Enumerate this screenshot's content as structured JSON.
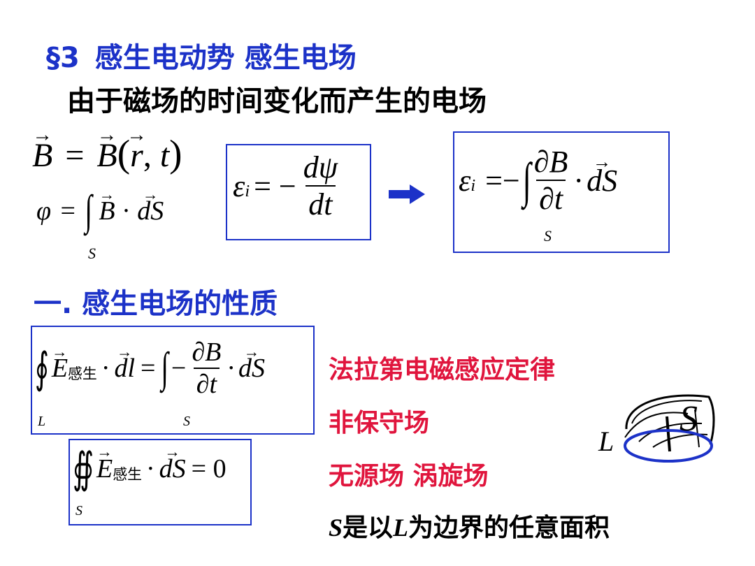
{
  "title": {
    "section": "§3",
    "text": "感生电动势  感生电场"
  },
  "subtitle": "由于磁场的时间变化而产生的电场",
  "section_one": "一. 感生电场的性质",
  "properties": {
    "law": "法拉第电磁感应定律",
    "non_conservative": "非保守场",
    "sourceless": "无源场  涡旋场",
    "surface_prefix": "S",
    "surface_mid": "是以",
    "surface_L": "L",
    "surface_suffix": "为边界的任意面积"
  },
  "formulas": {
    "B_def": {
      "B": "B",
      "eq": "=",
      "r": "r",
      "t": "t"
    },
    "phi_def": {
      "phi": "φ",
      "eq": "=",
      "B": "B",
      "dot": "·",
      "dS": "dS",
      "sub_S": "S"
    },
    "emf": {
      "eps": "ε",
      "sub_i": "i",
      "eq": "= −",
      "num": "dψ",
      "den": "dt"
    },
    "emf_integral": {
      "eps": "ε",
      "sub_i": "i",
      "eq": "=−",
      "num": "∂B",
      "den": "∂t",
      "dot": "·",
      "dS": "dS",
      "sub_S": "S"
    },
    "circulation": {
      "E": "E",
      "gansheng": "感生",
      "dot": "·",
      "dl": "dl",
      "eq": "=",
      "minus": "−",
      "num": "∂B",
      "den": "∂t",
      "dot2": "·",
      "dS": "dS",
      "sub_L": "L",
      "sub_S": "S"
    },
    "flux": {
      "E": "E",
      "gansheng": "感生",
      "dot": "·",
      "dS": "dS",
      "eq": "= 0",
      "sub_S": "S"
    }
  },
  "figure": {
    "label_L": "L",
    "label_S": "S"
  }
}
